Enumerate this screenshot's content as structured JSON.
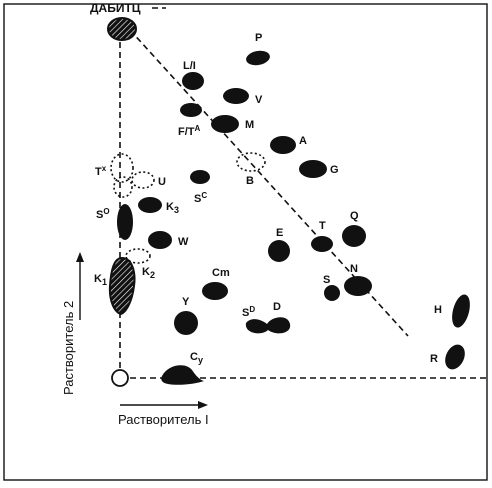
{
  "labels": {
    "origin_top": "ДАБИТЦ",
    "solvent_1": "Растворитель I",
    "solvent_2": "Растворитель 2",
    "LI": "L/I",
    "P": "P",
    "V": "V",
    "FTA": "F/T",
    "FTA_sup": "A",
    "M": "M",
    "A": "A",
    "G": "G",
    "B": "B",
    "TX": "T",
    "TX_sup": "x",
    "U": "U",
    "SC": "S",
    "SC_sup": "C",
    "SO": "S",
    "SO_sup": "O",
    "K3": "K",
    "K3_sub": "3",
    "W": "W",
    "K1": "K",
    "K1_sub": "1",
    "K2": "K",
    "K2_sub": "2",
    "E": "E",
    "T": "T",
    "Q": "Q",
    "N": "N",
    "S": "S",
    "Cm": "Cm",
    "Y": "Y",
    "SD": "S",
    "SD_sup": "D",
    "D": "D",
    "H": "H",
    "R": "R",
    "Cy": "C",
    "Cy_sub": "y"
  }
}
